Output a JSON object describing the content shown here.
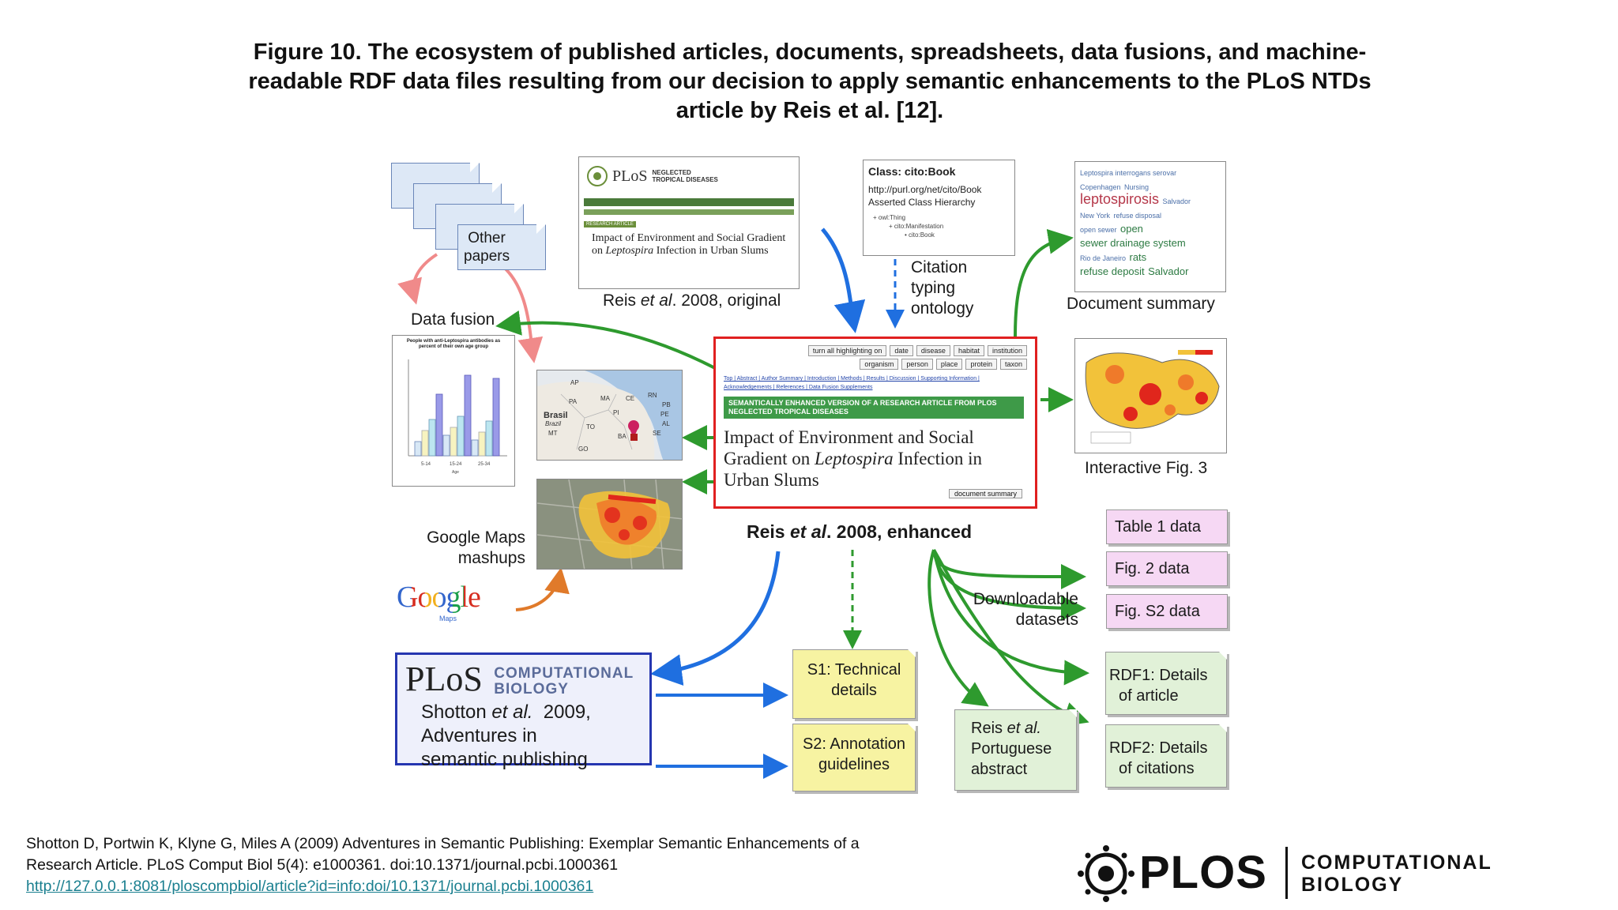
{
  "title": "Figure 10. The ecosystem of published articles, documents, spreadsheets, data fusions, and machine-readable RDF data files resulting from our decision to apply semantic enhancements to the PLoS NTDs article by Reis et al. [12].",
  "labels": {
    "other_papers_1": "Other",
    "other_papers_2": "papers",
    "data_fusion": "Data fusion",
    "original_prefix": "Reis ",
    "original_etal": "et al",
    "original_suffix": ". 2008, original",
    "citation_1": "Citation",
    "citation_2": "typing",
    "citation_3": "ontology",
    "document_summary": "Document summary",
    "interactive_fig3": "Interactive Fig. 3",
    "enhanced_prefix": "Reis ",
    "enhanced_etal": "et al",
    "enhanced_suffix": ". 2008, enhanced",
    "google_maps_1": "Google Maps",
    "google_maps_2": "mashups",
    "downloadable_1": "Downloadable",
    "downloadable_2": "datasets"
  },
  "original_article": {
    "plos": "PLoS",
    "journal_line1": "NEGLECTED",
    "journal_line2": "TROPICAL DISEASES",
    "section": "RESEARCH ARTICLE",
    "title_a": "Impact of Environment and Social Gradient on ",
    "title_italic": "Leptospira",
    "title_b": " Infection in Urban Slums"
  },
  "cito_box": {
    "class": "Class: cito:Book",
    "url": "http://purl.org/net/cito/Book",
    "asserted": "Asserted Class Hierarchy",
    "tree": [
      "+ owl:Thing",
      "+ cito:Manifestation",
      "• cito:Book"
    ]
  },
  "tag_cloud": {
    "small": [
      "Leptospira interrogans serovar",
      "Copenhagen",
      "Nursing",
      "Salvador",
      "New York",
      "refuse disposal",
      "open sewer",
      "Rio de Janeiro"
    ],
    "big": "leptospirosis",
    "mid": [
      "sewer drainage system",
      "open",
      "rats",
      "refuse deposit",
      "Salvador"
    ]
  },
  "enhanced_article": {
    "chips_row1": [
      "turn all highlighting on",
      "date",
      "disease",
      "habitat",
      "institution"
    ],
    "chips_row2": [
      "organism",
      "person",
      "place",
      "protein",
      "taxon"
    ],
    "nav": "Top | Abstract | Author Summary | Introduction | Methods | Results | Discussion | Supporting Information | Acknowledgements | References | Data Fusion Supplements",
    "banner": "SEMANTICALLY ENHANCED VERSION OF A RESEARCH ARTICLE FROM PLOS NEGLECTED TROPICAL DISEASES",
    "title_a": "Impact of Environment and Social Gradient on ",
    "title_italic": "Leptospira",
    "title_b": " Infection in Urban Slums",
    "doc_summary_btn": "document summary"
  },
  "map_labels": [
    "AP",
    "RN",
    "PA",
    "MA",
    "CE",
    "PB",
    "PE",
    "Brasil",
    "Brazil",
    "PI",
    "AL",
    "MT",
    "TO",
    "BA",
    "SE",
    "GO"
  ],
  "chart": {
    "title": "People with anti-Leptospira antibodies as percent of their own age group",
    "x_labels": [
      "5-14",
      "15-24",
      "25-34"
    ],
    "x_title": "Age"
  },
  "pink_boxes": [
    "Table 1 data",
    "Fig. 2 data",
    "Fig. S2 data"
  ],
  "rdf_boxes": [
    {
      "line1": "RDF1: Details",
      "line2": "of article"
    },
    {
      "line1": "RDF2: Details",
      "line2": "of citations"
    }
  ],
  "yellow_boxes": [
    {
      "line1": "S1: Technical",
      "line2": "details"
    },
    {
      "line1": "S2: Annotation",
      "line2": "guidelines"
    }
  ],
  "portuguese_box": {
    "line1_a": "Reis ",
    "line1_b": "et al.",
    "line2": "Portuguese",
    "line3": "abstract"
  },
  "pcb_box": {
    "plos": "PLoS",
    "cb1": "COMPUTATIONAL",
    "cb2": "BIOLOGY",
    "line1_a": "Shotton ",
    "line1_b": "et al.",
    "line1_c": "  2009,",
    "line2": "Adventures in",
    "line3": "semantic publishing"
  },
  "google_logo": {
    "word": "Google",
    "sub": "Maps"
  },
  "citation": {
    "line1": "Shotton D, Portwin K, Klyne G, Miles A (2009) Adventures in Semantic Publishing: Exemplar Semantic Enhancements of a",
    "line2": "Research Article. PLoS Comput Biol 5(4): e1000361. doi:10.1371/journal.pcbi.1000361",
    "link": "http://127.0.0.1:8081/ploscompbiol/article?id=info:doi/10.1371/journal.pcbi.1000361"
  },
  "brand": {
    "plos": "PLOS",
    "cb1": "COMPUTATIONAL",
    "cb2": "BIOLOGY"
  },
  "colors": {
    "arrow_green": "#2e9a2e",
    "arrow_blue": "#1f6fe0",
    "arrow_pink": "#f08a8a",
    "arrow_orange": "#e07a2a",
    "enhanced_border": "#e02020",
    "pcb_border": "#2536b0"
  }
}
